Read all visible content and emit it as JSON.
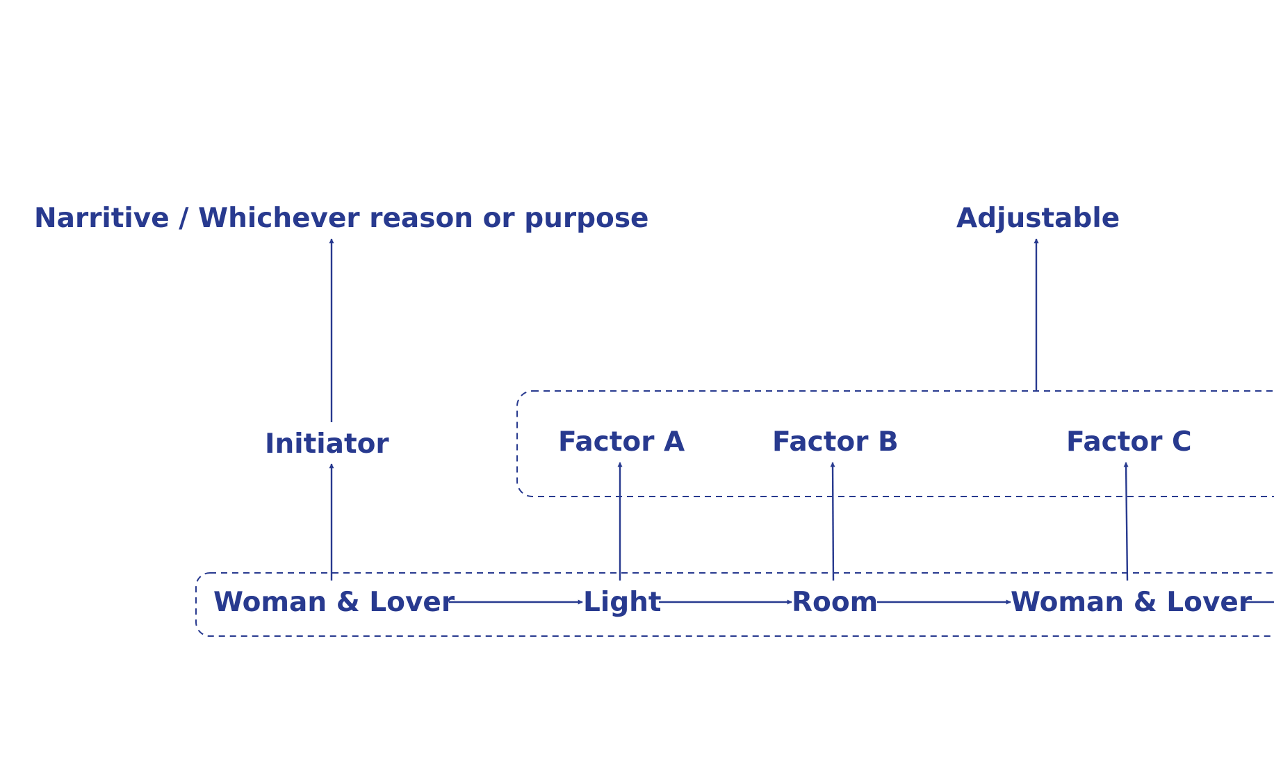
{
  "colors": {
    "ink": "#283a8f",
    "background": "#ffffff"
  },
  "labels": {
    "narrative": "Narritive / Whichever reason or purpose",
    "adjustable": "Adjustable",
    "initiator": "Initiator",
    "factor_a": "Factor A",
    "factor_b": "Factor B",
    "factor_c": "Factor C",
    "woman_lover_1": "Woman & Lover",
    "light": "Light",
    "room": "Room",
    "woman_lover_2": "Woman & Lover"
  },
  "groups": [
    "factor-group",
    "sequence-group"
  ],
  "edges": [
    {
      "from": "initiator",
      "to": "narrative"
    },
    {
      "from": "factor-group",
      "to": "adjustable"
    },
    {
      "from": "woman_lover_1",
      "to": "initiator"
    },
    {
      "from": "light",
      "to": "factor_a"
    },
    {
      "from": "room",
      "to": "factor_b"
    },
    {
      "from": "woman_lover_2",
      "to": "factor_c"
    },
    {
      "from": "woman_lover_1",
      "to": "light"
    },
    {
      "from": "light",
      "to": "room"
    },
    {
      "from": "room",
      "to": "woman_lover_2"
    }
  ]
}
